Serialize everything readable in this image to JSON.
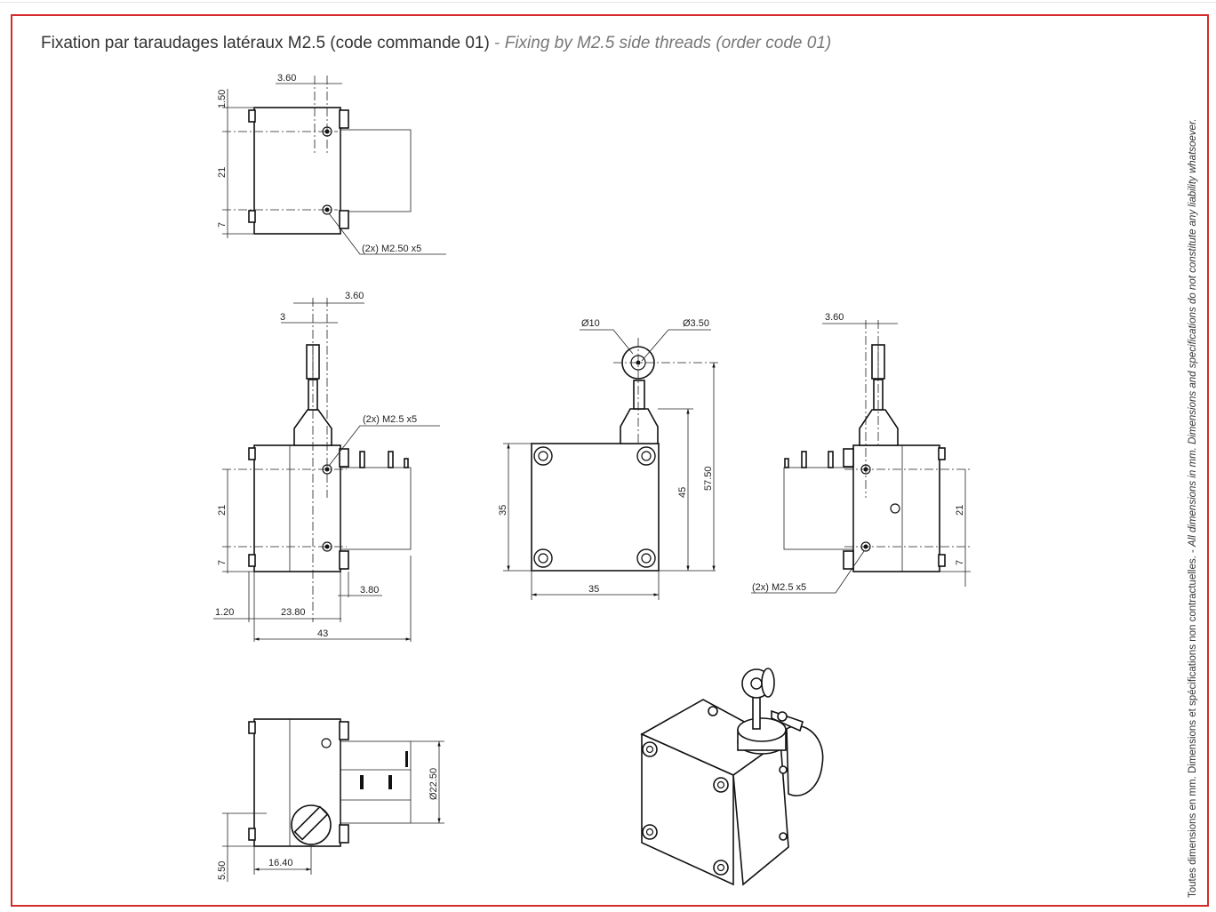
{
  "title": {
    "fr": "Fixation par taraudages latéraux M2.5 (code commande 01)",
    "separator": " - ",
    "en": "Fixing by M2.5 side threads (order code 01)"
  },
  "disclaimer": {
    "fr": "Toutes dimensions en mm. Dimensions et spécifications non contractuelles.",
    "separator": " - ",
    "en": "All dimensions in mm. Dimensions and specifications do not constitute any liability whatsoever."
  },
  "colors": {
    "frame": "#d62b2b",
    "ink": "#111111"
  },
  "views": {
    "top": {
      "d_360": "3.60",
      "d_150": "1.50",
      "d_21": "21",
      "d_7": "7",
      "thread_note": "(2x) M2.50 x5"
    },
    "side_left": {
      "d_360": "3.60",
      "d_3": "3",
      "d_21": "21",
      "d_7": "7",
      "d_380": "3.80",
      "d_120": "1.20",
      "d_2380": "23.80",
      "d_43": "43",
      "thread_note": "(2x) M2.5 x5"
    },
    "front": {
      "d_phi10": "Ø10",
      "d_phi350": "Ø3.50",
      "d_35v": "35",
      "d_35h": "35",
      "d_45": "45",
      "d_5750": "57.50"
    },
    "side_right": {
      "d_360": "3.60",
      "d_21": "21",
      "d_7": "7",
      "thread_note": "(2x) M2.5 x5"
    },
    "bottom": {
      "d_2250": "Ø22.50",
      "d_550": "5.50",
      "d_1640": "16.40"
    }
  }
}
